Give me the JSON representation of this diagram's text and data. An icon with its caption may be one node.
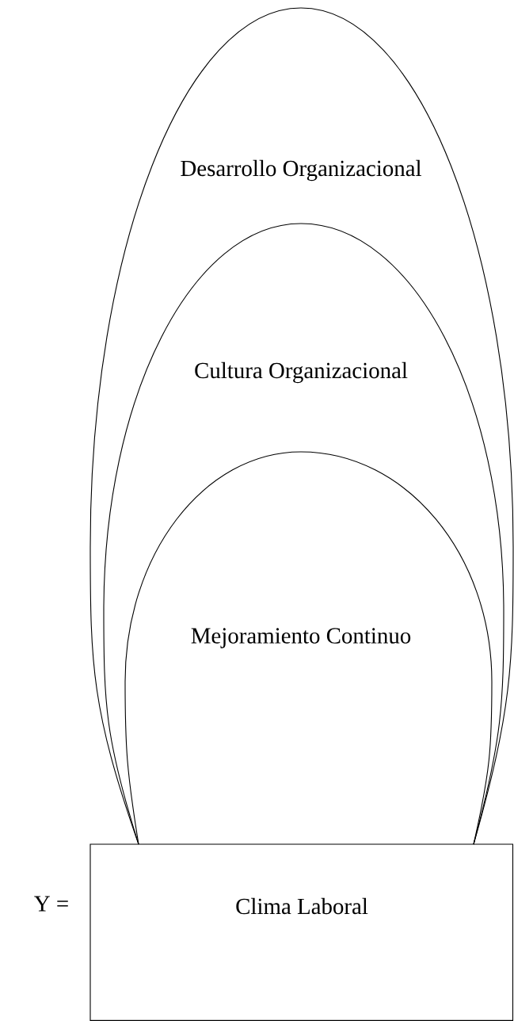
{
  "diagram": {
    "nodes": [
      {
        "text": [
          "Desarrollo Organizacional"
        ]
      },
      {
        "text": [
          "Cultura Organizacional"
        ],
        "in": 0
      },
      {
        "text": [
          "Mejoramiento Continuo"
        ],
        "in": 1
      },
      {
        "text": [
          "Clima Laboral"
        ]
      }
    ],
    "labels": [
      "Y ="
    ]
  }
}
